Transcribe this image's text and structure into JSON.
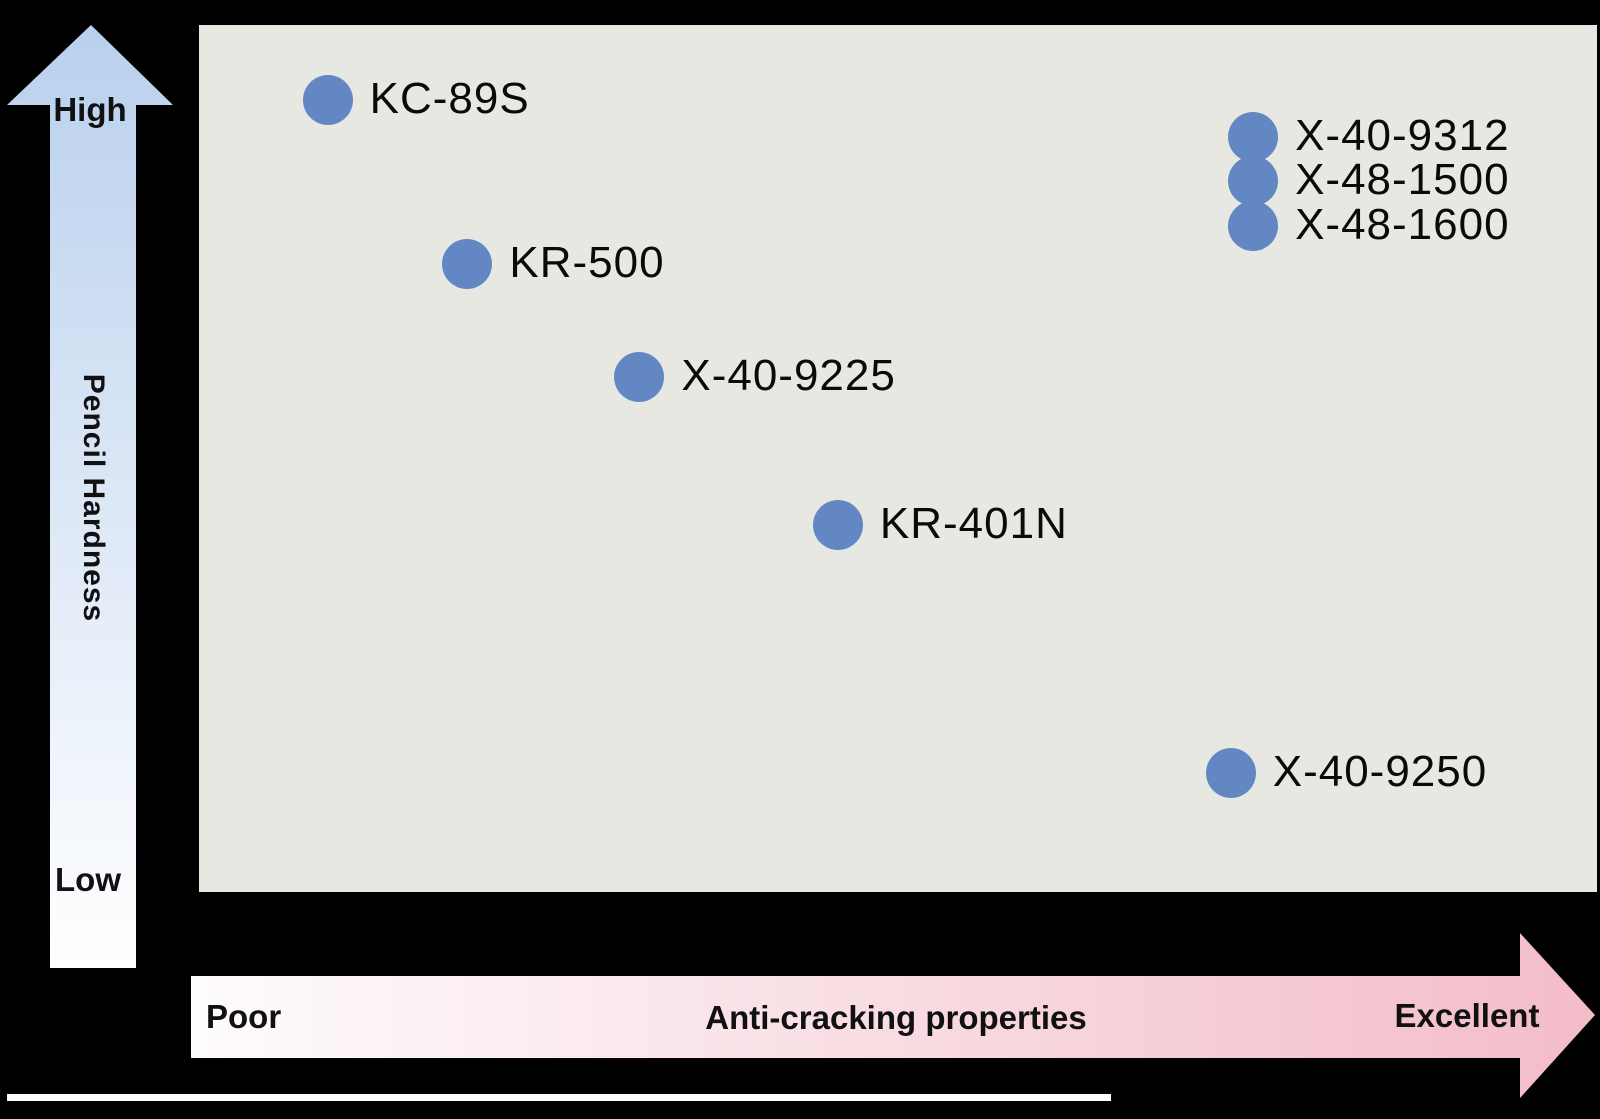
{
  "chart_data": {
    "type": "scatter",
    "title": "",
    "xlabel": "Anti-cracking properties",
    "ylabel": "Pencil Hardness",
    "x_axis_qualitative_range": [
      "Poor",
      "Excellent"
    ],
    "y_axis_qualitative_range": [
      "Low",
      "High"
    ],
    "xlim": [
      0,
      1
    ],
    "ylim": [
      0,
      1
    ],
    "grid": false,
    "legend": false,
    "marker_color": "#6287c3",
    "points": [
      {
        "name": "KC-89S",
        "x": 0.092,
        "y": 0.913
      },
      {
        "name": "KR-500",
        "x": 0.192,
        "y": 0.724
      },
      {
        "name": "X-40-9225",
        "x": 0.315,
        "y": 0.594
      },
      {
        "name": "KR-401N",
        "x": 0.457,
        "y": 0.423
      },
      {
        "name": "X-40-9312",
        "x": 0.754,
        "y": 0.871
      },
      {
        "name": "X-48-1500",
        "x": 0.754,
        "y": 0.82
      },
      {
        "name": "X-48-1600",
        "x": 0.754,
        "y": 0.768
      },
      {
        "name": "X-40-9250",
        "x": 0.738,
        "y": 0.137
      }
    ]
  },
  "y_axis": {
    "high_label": "High",
    "low_label": "Low",
    "arrow_gradient_top": "#b9d0ed",
    "arrow_gradient_bottom": "#ffffff"
  },
  "x_axis": {
    "poor_label": "Poor",
    "excellent_label": "Excellent",
    "arrow_gradient_left": "#fefcfc",
    "arrow_gradient_right": "#f3bcc9"
  },
  "style": {
    "background": "#000000",
    "plot_area_bg": "#e8e8e3",
    "text_color": "#111111"
  }
}
